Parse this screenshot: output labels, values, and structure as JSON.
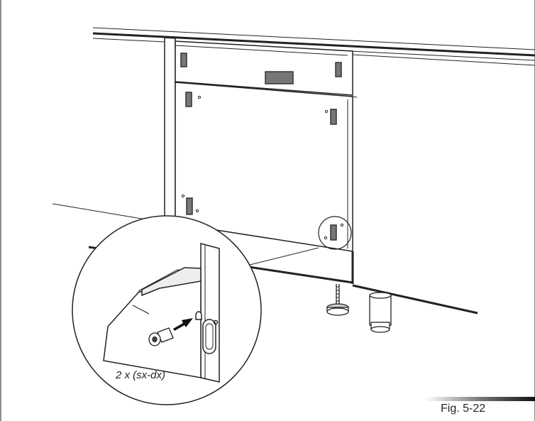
{
  "figure": {
    "quantity_note": "2 x (sx-dx)",
    "label": "Fig. 5-22"
  },
  "parts": [
    "fixing-screw",
    "door-panel",
    "bracket-slot",
    "adjustable-foot"
  ]
}
